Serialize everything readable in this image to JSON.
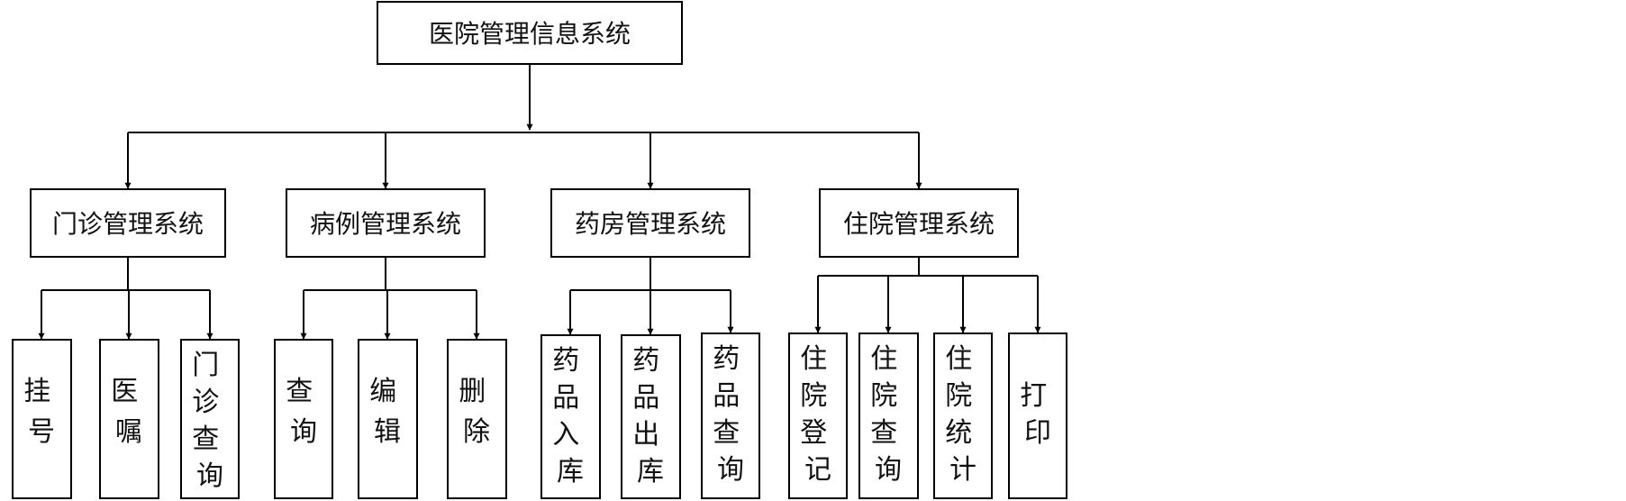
{
  "root": {
    "label": "医院管理信息系统"
  },
  "modules": [
    {
      "label": "门诊管理系统",
      "items": [
        "挂号",
        "医嘱",
        "门诊查询"
      ]
    },
    {
      "label": "病例管理系统",
      "items": [
        "查询",
        "编辑",
        "删除"
      ]
    },
    {
      "label": "药房管理系统",
      "items": [
        "药品入库",
        "药品出库",
        "药品查询"
      ]
    },
    {
      "label": "住院管理系统",
      "items": [
        "住院登记",
        "住院查询",
        "住院统计",
        "打印"
      ]
    }
  ],
  "colors": {
    "stroke": "#000000",
    "background": "#ffffff",
    "text": "#111111"
  }
}
